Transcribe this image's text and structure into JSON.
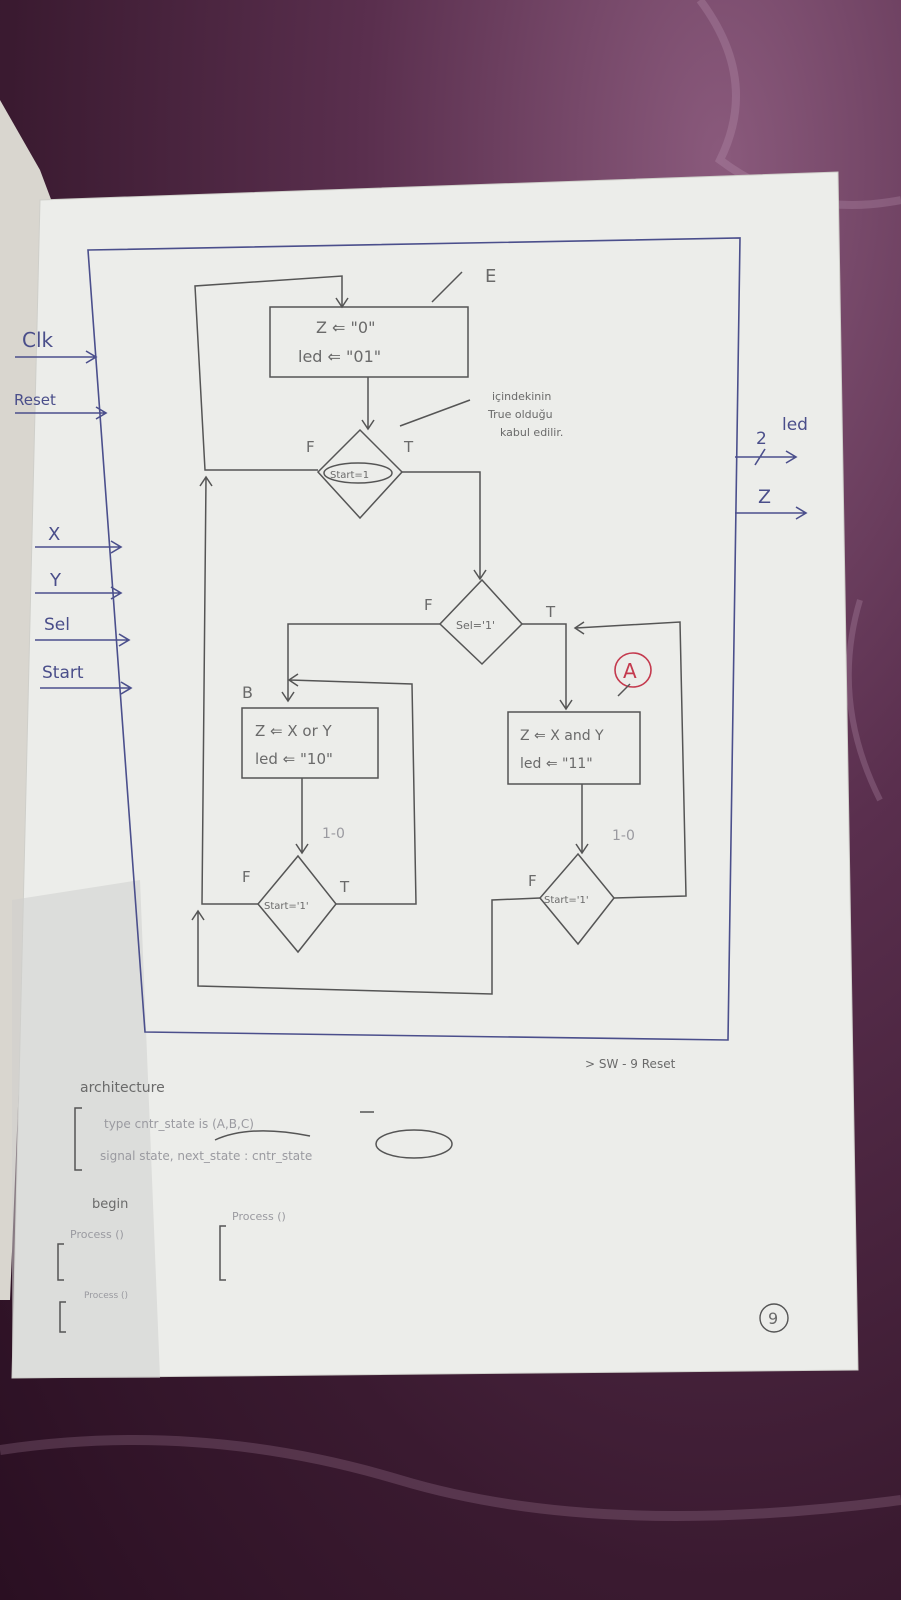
{
  "colors": {
    "paper": "#ecedea",
    "ink": "#4b4f8c",
    "pencil": "#555555",
    "red": "#c43a4e",
    "carpet": "#5a2f4e"
  },
  "diagram": {
    "inputs": [
      "Clk",
      "Reset",
      "X",
      "Y",
      "Sel",
      "Start"
    ],
    "outputs": {
      "led_label": "led",
      "led_width": "2",
      "z_label": "Z"
    },
    "states": {
      "e_label": "E",
      "e_line1": "Z ⇐ \"0\"",
      "e_line2": "led ⇐ \"01\"",
      "b_label": "B",
      "b_line1": "Z ⇐ X or Y",
      "b_line2": "led ⇐ \"10\"",
      "a_label": "A",
      "a_line1": "Z ⇐ X and Y",
      "a_line2": "led ⇐ \"11\""
    },
    "decisions": {
      "d1": "Start=1",
      "d2": "Sel='1'",
      "d3": "Start='1'",
      "d4": "Start='1'"
    },
    "branch_true": "T",
    "branch_false": "F",
    "note_line1": "içindekinin",
    "note_line2": "True olduğu",
    "note_line3": "kabul edilir.",
    "faint_note_b": "1-0",
    "faint_note_a": "1-0",
    "footer_note": "> SW - 9 Reset"
  },
  "code": {
    "architecture": "architecture",
    "line1": "type cntr_state is (A,B,C)",
    "line2": "signal state, next_state : cntr_state",
    "begin": "begin",
    "process1": "Process ()",
    "process2": "Process ()",
    "process3": "Process ()"
  },
  "page_number": "9"
}
